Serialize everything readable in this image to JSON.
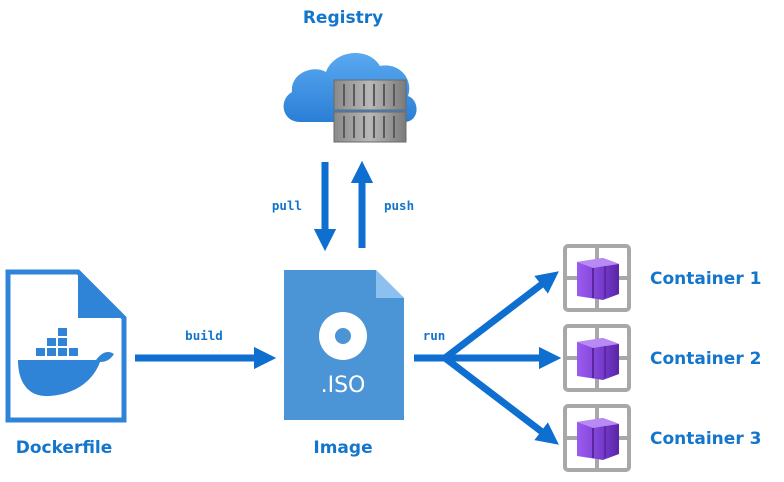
{
  "nodes": {
    "registry": {
      "label": "Registry"
    },
    "dockerfile": {
      "label": "Dockerfile"
    },
    "image": {
      "label": "Image",
      "file_text": ".ISO"
    },
    "containers": [
      {
        "label": "Container 1"
      },
      {
        "label": "Container 2"
      },
      {
        "label": "Container 3"
      }
    ]
  },
  "edges": {
    "pull": "pull",
    "push": "push",
    "build": "build",
    "run": "run"
  },
  "colors": {
    "accent": "#1475cc",
    "arrow": "#0f6fd0",
    "file": "#4b94d6",
    "cloud": "#3b93e6",
    "container_purple": "#7b3fd0",
    "frame_gray": "#a8a8a8"
  }
}
